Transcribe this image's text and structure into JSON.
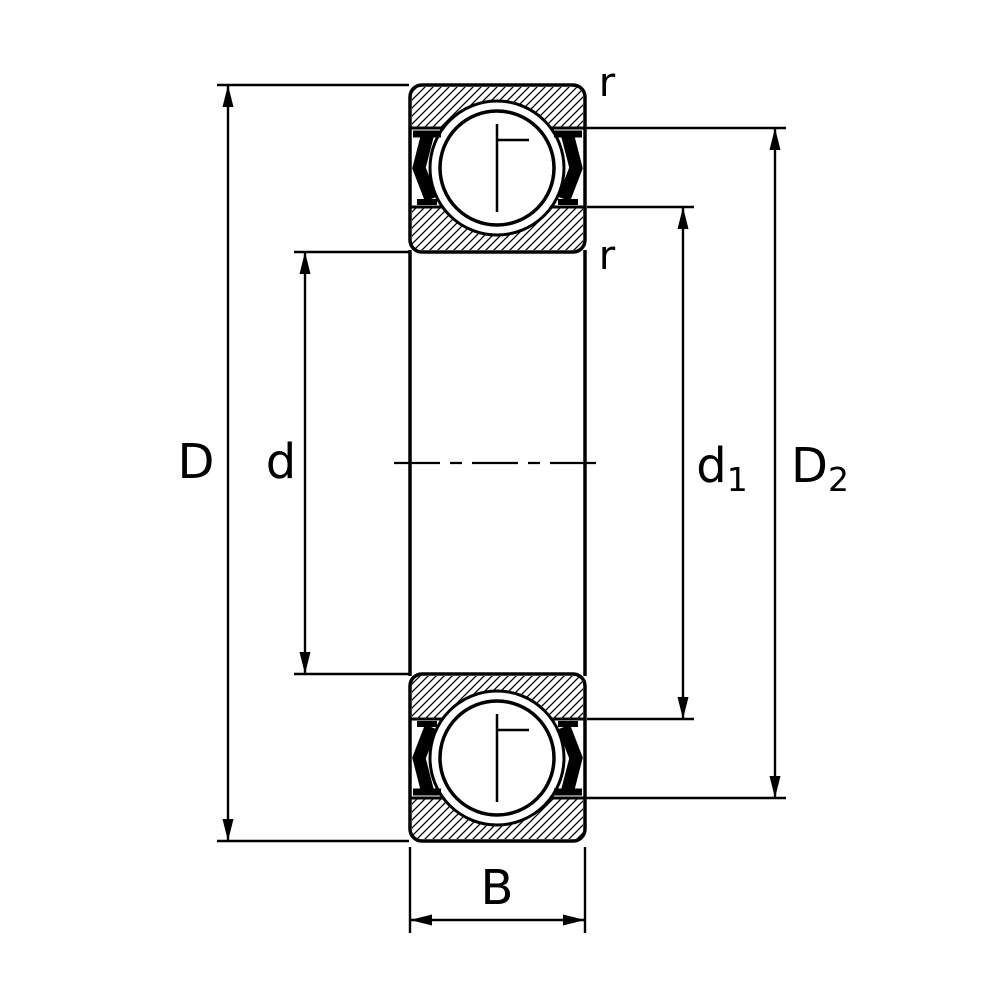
{
  "labels": {
    "D": {
      "base": "D",
      "sub": ""
    },
    "d": {
      "base": "d",
      "sub": ""
    },
    "d1": {
      "base": "d",
      "sub": "1"
    },
    "D2": {
      "base": "D",
      "sub": "2"
    },
    "B": {
      "base": "B",
      "sub": ""
    },
    "r_top": {
      "base": "r",
      "sub": ""
    },
    "r_bottom": {
      "base": "r",
      "sub": ""
    }
  },
  "colors": {
    "line": "#000000",
    "background": "#ffffff"
  }
}
